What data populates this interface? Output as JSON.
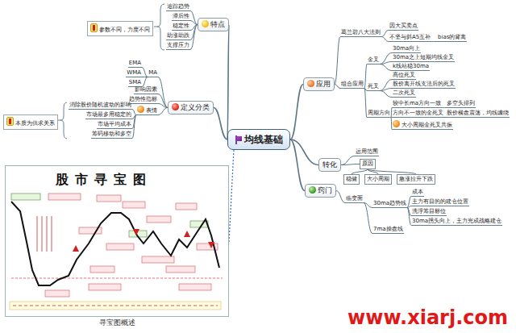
{
  "diagram": {
    "nodes": [
      {
        "text": [
          "均线基础"
        ]
      },
      {
        "text": [
          "特点"
        ]
      },
      {
        "text": [
          "追踪趋势"
        ]
      },
      {
        "text": [
          "滞后性"
        ]
      },
      {
        "text": [
          "稳定性"
        ]
      },
      {
        "text": [
          "助涨助跌"
        ]
      },
      {
        "text": [
          "支撑压力"
        ]
      },
      {
        "text": [
          "参数不同，力度不同"
        ]
      },
      {
        "text": [
          "定义分类"
        ]
      },
      {
        "text": [
          "MA"
        ]
      },
      {
        "text": [
          "EMA"
        ]
      },
      {
        "text": [
          "WMA"
        ]
      },
      {
        "text": [
          "SMA"
        ]
      },
      {
        "text": [
          "影响因素"
        ]
      },
      {
        "text": [
          "趋势性指标"
        ]
      },
      {
        "text": [
          "表情"
        ]
      },
      {
        "text": [
          "消除股价随机波动的影响"
        ]
      },
      {
        "text": [
          "市场最多用稳定的"
        ]
      },
      {
        "text": [
          "市场平均成本"
        ]
      },
      {
        "text": [
          "筹码移动和多空"
        ]
      },
      {
        "text": [
          "本质为供求关系"
        ]
      },
      {
        "text": [
          "应用"
        ]
      },
      {
        "text": [
          "葛兰碧八大法则"
        ]
      },
      {
        "text": [
          "因大买卖点"
        ]
      },
      {
        "text": [
          "不坚与斜A5互补"
        ]
      },
      {
        "text": [
          "bias的背离"
        ]
      },
      {
        "text": [
          "组合应用"
        ]
      },
      {
        "text": [
          "金叉"
        ]
      },
      {
        "text": [
          "30ma向上"
        ]
      },
      {
        "text": [
          "30ma之上短期均线金叉"
        ]
      },
      {
        "text": [
          "k线站稳30ma"
        ]
      },
      {
        "text": [
          "死叉"
        ]
      },
      {
        "text": [
          "高位死叉"
        ]
      },
      {
        "text": [
          "股价离开线支法后的死叉"
        ]
      },
      {
        "text": [
          "二次死叉"
        ]
      },
      {
        "text": [
          "周期方向"
        ]
      },
      {
        "text": [
          "较中长ma方向一致"
        ]
      },
      {
        "text": [
          "多空头排列"
        ]
      },
      {
        "text": [
          "方向不一致的金死叉"
        ]
      },
      {
        "text": [
          "股价横盘震荡，均线缠绕"
        ]
      },
      {
        "text": [
          "大小周期金死叉共振"
        ]
      },
      {
        "text": [
          "转化"
        ]
      },
      {
        "text": [
          "运用范围"
        ]
      },
      {
        "text": [
          "原因"
        ]
      },
      {
        "text": [
          "稳健"
        ]
      },
      {
        "text": [
          "大小周期"
        ]
      },
      {
        "text": [
          "急涨拉升下跌"
        ]
      },
      {
        "text": [
          "窍门"
        ]
      },
      {
        "text": [
          "临变面"
        ]
      },
      {
        "text": [
          "30ma趋势线"
        ]
      },
      {
        "text": [
          "成本"
        ]
      },
      {
        "text": [
          "主力有目的的建仓位置"
        ]
      },
      {
        "text": [
          "洗浮筹目标位"
        ]
      },
      {
        "text": [
          "30ma拐头向上，主力完成战略建仓"
        ]
      },
      {
        "text": [
          "7ma操盘线"
        ]
      },
      {
        "text": [
          "股市寻宝图",
          "寻宝图概述"
        ]
      }
    ],
    "edges": [
      {
        "from": 0,
        "to": 1,
        "arrow": "none"
      },
      {
        "from": 1,
        "to": 2,
        "arrow": "none"
      },
      {
        "from": 1,
        "to": 3,
        "arrow": "none"
      },
      {
        "from": 1,
        "to": 4,
        "arrow": "none"
      },
      {
        "from": 1,
        "to": 5,
        "arrow": "none"
      },
      {
        "from": 1,
        "to": 6,
        "arrow": "none"
      },
      {
        "from": 0,
        "to": 8,
        "arrow": "none"
      },
      {
        "from": 8,
        "to": 9,
        "arrow": "none"
      },
      {
        "from": 9,
        "to": 10,
        "arrow": "none"
      },
      {
        "from": 9,
        "to": 11,
        "arrow": "none"
      },
      {
        "from": 9,
        "to": 12,
        "arrow": "none"
      },
      {
        "from": 8,
        "to": 13,
        "arrow": "none"
      },
      {
        "from": 8,
        "to": 14,
        "arrow": "none"
      },
      {
        "from": 8,
        "to": 15,
        "arrow": "none"
      },
      {
        "from": 15,
        "to": 16,
        "arrow": "none"
      },
      {
        "from": 15,
        "to": 17,
        "arrow": "none"
      },
      {
        "from": 15,
        "to": 18,
        "arrow": "none"
      },
      {
        "from": 15,
        "to": 19,
        "arrow": "none"
      },
      {
        "from": 0,
        "to": 21,
        "arrow": "none"
      },
      {
        "from": 21,
        "to": 22,
        "arrow": "none"
      },
      {
        "from": 22,
        "to": 23,
        "arrow": "none"
      },
      {
        "from": 22,
        "to": 24,
        "arrow": "none"
      },
      {
        "from": 24,
        "to": 25,
        "arrow": "none"
      },
      {
        "from": 21,
        "to": 26,
        "arrow": "none"
      },
      {
        "from": 26,
        "to": 27,
        "arrow": "none"
      },
      {
        "from": 27,
        "to": 28,
        "arrow": "none"
      },
      {
        "from": 27,
        "to": 29,
        "arrow": "none"
      },
      {
        "from": 27,
        "to": 30,
        "arrow": "none"
      },
      {
        "from": 26,
        "to": 31,
        "arrow": "none"
      },
      {
        "from": 31,
        "to": 32,
        "arrow": "none"
      },
      {
        "from": 31,
        "to": 33,
        "arrow": "none"
      },
      {
        "from": 31,
        "to": 34,
        "arrow": "none"
      },
      {
        "from": 26,
        "to": 35,
        "arrow": "none"
      },
      {
        "from": 35,
        "to": 36,
        "arrow": "none"
      },
      {
        "from": 36,
        "to": 37,
        "arrow": "none"
      },
      {
        "from": 35,
        "to": 38,
        "arrow": "none"
      },
      {
        "from": 38,
        "to": 39,
        "arrow": "none"
      },
      {
        "from": 35,
        "to": 40,
        "arrow": "none"
      },
      {
        "from": 0,
        "to": 41,
        "arrow": "none"
      },
      {
        "from": 41,
        "to": 42,
        "arrow": "none"
      },
      {
        "from": 41,
        "to": 43,
        "arrow": "none"
      },
      {
        "from": 43,
        "to": 44,
        "arrow": "none"
      },
      {
        "from": 43,
        "to": 45,
        "arrow": "none"
      },
      {
        "from": 43,
        "to": 46,
        "arrow": "none"
      },
      {
        "from": 0,
        "to": 47,
        "arrow": "none"
      },
      {
        "from": 47,
        "to": 48,
        "arrow": "none"
      },
      {
        "from": 48,
        "to": 49,
        "arrow": "none"
      },
      {
        "from": 49,
        "to": 50,
        "arrow": "none"
      },
      {
        "from": 49,
        "to": 51,
        "arrow": "none"
      },
      {
        "from": 49,
        "to": 52,
        "arrow": "none"
      },
      {
        "from": 49,
        "to": 53,
        "arrow": "none"
      },
      {
        "from": 48,
        "to": 54,
        "arrow": "none"
      },
      {
        "from": 55,
        "to": 0,
        "arrow": "none"
      }
    ],
    "labels": [
      "www.xiarj.com"
    ]
  }
}
